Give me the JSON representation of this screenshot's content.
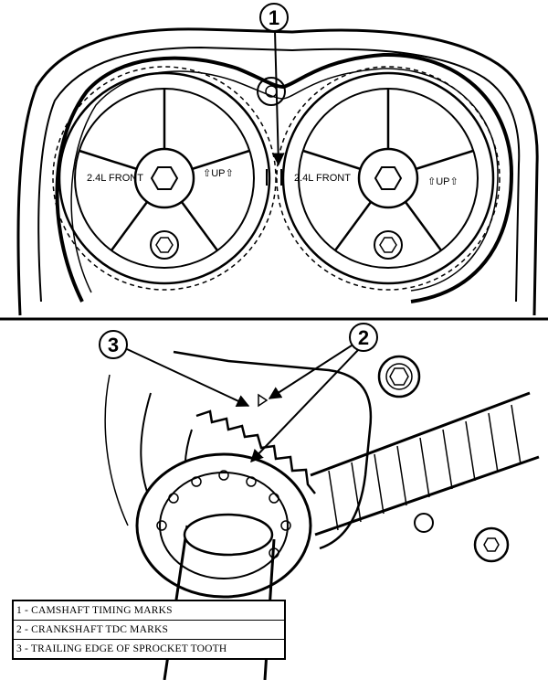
{
  "callouts": [
    "1",
    "2",
    "3"
  ],
  "gear_labels": {
    "left_front": "2.4L FRONT",
    "left_up": "⇧UP⇧",
    "right_front": "2.4L FRONT",
    "right_up": "⇧UP⇧"
  },
  "legend": [
    {
      "number": "1",
      "text": "1 - CAMSHAFT TIMING MARKS"
    },
    {
      "number": "2",
      "text": "2 - CRANKSHAFT TDC MARKS"
    },
    {
      "number": "3",
      "text": "3 - TRAILING EDGE OF SPROCKET TOOTH"
    }
  ]
}
